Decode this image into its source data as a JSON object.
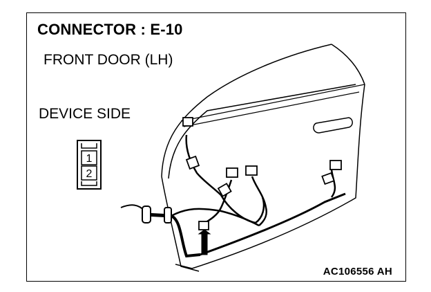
{
  "connector_title": "CONNECTOR : E-10",
  "location": "FRONT DOOR (LH)",
  "device_side_label": "DEVICE SIDE",
  "pins": [
    "1",
    "2"
  ],
  "reference_code": "AC106556 AH"
}
